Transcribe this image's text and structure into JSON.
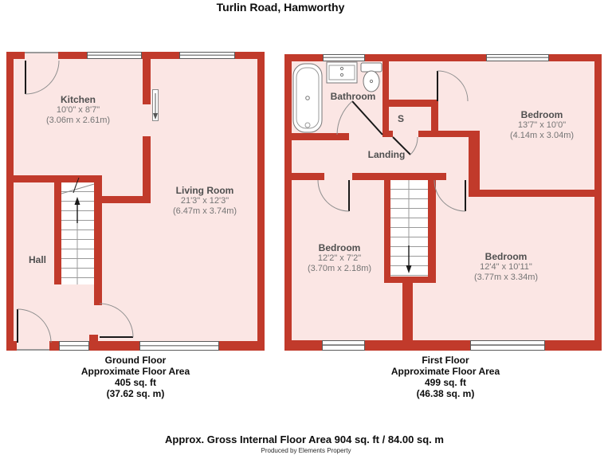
{
  "title": "Turlin Road, Hamworthy",
  "colors": {
    "wall": "#c13a2b",
    "room_fill": "#fbe6e4",
    "stair_line": "#9a9a9a",
    "room_name_text": "#4f4f4f",
    "dimension_text": "#757575"
  },
  "ground_floor": {
    "kitchen": {
      "name": "Kitchen",
      "ft": "10'0\" x 8'7\"",
      "m": "(3.06m x 2.61m)"
    },
    "living_room": {
      "name": "Living Room",
      "ft": "21'3\" x 12'3\"",
      "m": "(6.47m x 3.74m)"
    },
    "hall": {
      "name": "Hall"
    },
    "caption": [
      "Ground Floor",
      "Approximate Floor Area",
      "405 sq. ft",
      "(37.62 sq. m)"
    ]
  },
  "first_floor": {
    "bathroom": {
      "name": "Bathroom"
    },
    "landing": {
      "name": "Landing"
    },
    "store": {
      "name": "S"
    },
    "bedroom1": {
      "name": "Bedroom",
      "ft": "13'7\" x 10'0\"",
      "m": "(4.14m x 3.04m)"
    },
    "bedroom2": {
      "name": "Bedroom",
      "ft": "12'2\" x 7'2\"",
      "m": "(3.70m x 2.18m)"
    },
    "bedroom3": {
      "name": "Bedroom",
      "ft": "12'4\" x 10'11\"",
      "m": "(3.77m x 3.34m)"
    },
    "caption": [
      "First Floor",
      "Approximate Floor Area",
      "499 sq. ft",
      "(46.38 sq. m)"
    ]
  },
  "footer": {
    "total": "Approx. Gross Internal Floor Area 904 sq. ft / 84.00 sq. m",
    "credit": "Produced by Elements Property"
  }
}
